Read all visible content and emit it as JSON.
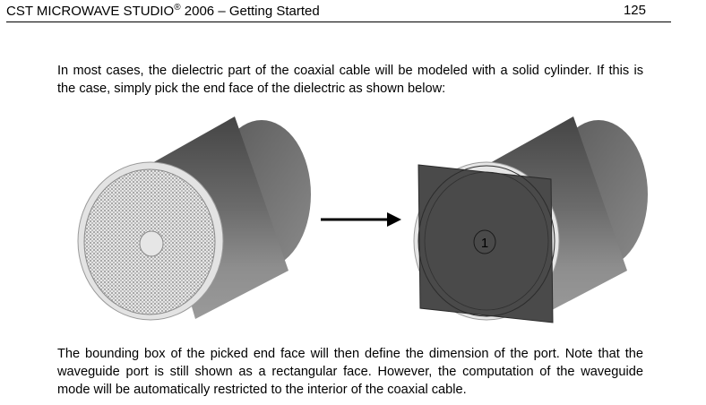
{
  "header": {
    "title": "CST MICROWAVE STUDIO",
    "registered_mark": "®",
    "title_suffix": " 2006 – Getting Started",
    "page_number": "125"
  },
  "paragraphs": {
    "intro": "In most cases, the dielectric part of the coaxial cable will be modeled with a solid cylinder. If this is the case, simply pick the end face of the dielectric as shown below:",
    "explanation": "The bounding box of the picked end face will then define the dimension of the port. Note that the waveguide port is still shown as a rectangular face. However, the computation of the waveguide mode will be automatically restricted to the interior of the coaxial cable."
  },
  "figure": {
    "port_label": "1",
    "colors": {
      "cylinder_dark": "#3a3a3a",
      "cylinder_light": "#8a8a8a",
      "end_face_ring": "#e0e0e0",
      "dielectric_pattern": "#b5b5b5",
      "port_plane": "#4a4a4a",
      "arrow": "#000000"
    }
  }
}
